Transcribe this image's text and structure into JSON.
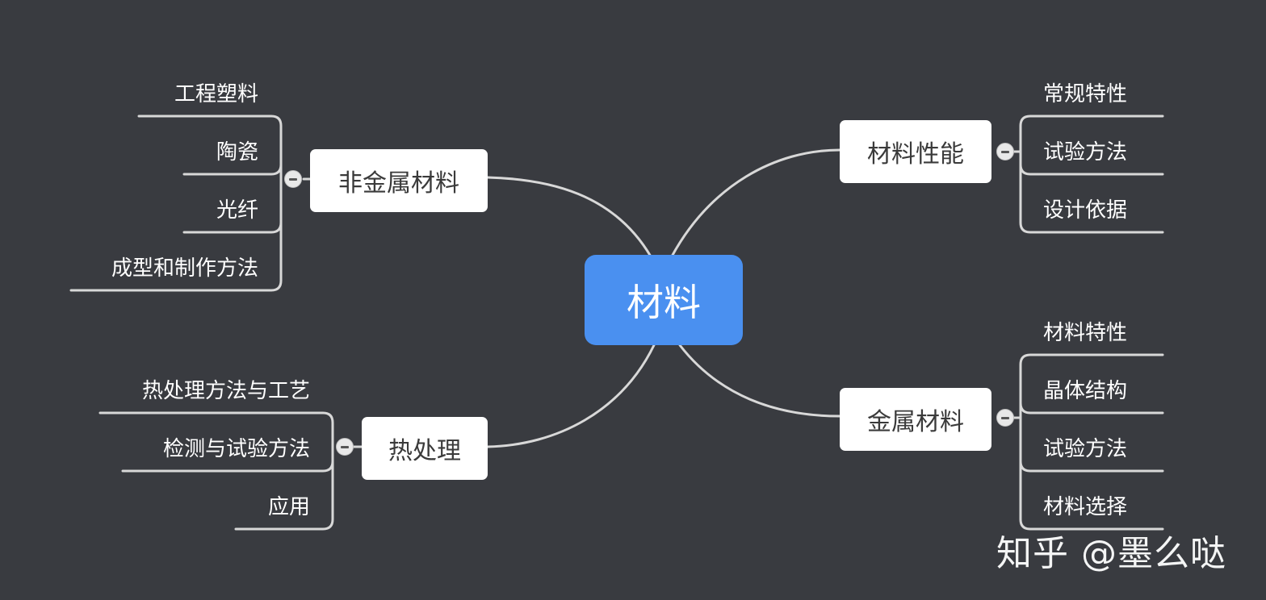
{
  "central": "材料",
  "branches": {
    "nonmetal": {
      "title": "非金属材料",
      "items": [
        "工程塑料",
        "陶瓷",
        "光纤",
        "成型和制作方法"
      ]
    },
    "heat": {
      "title": "热处理",
      "items": [
        "热处理方法与工艺",
        "检测与试验方法",
        "应用"
      ]
    },
    "performance": {
      "title": "材料性能",
      "items": [
        "常规特性",
        "试验方法",
        "设计依据"
      ]
    },
    "metal": {
      "title": "金属材料",
      "items": [
        "材料特性",
        "晶体结构",
        "试验方法",
        "材料选择"
      ]
    }
  },
  "watermark": "知乎 @墨么哒",
  "colors": {
    "background": "#393b40",
    "central": "#4a90f0",
    "line": "#d8d8d8"
  }
}
